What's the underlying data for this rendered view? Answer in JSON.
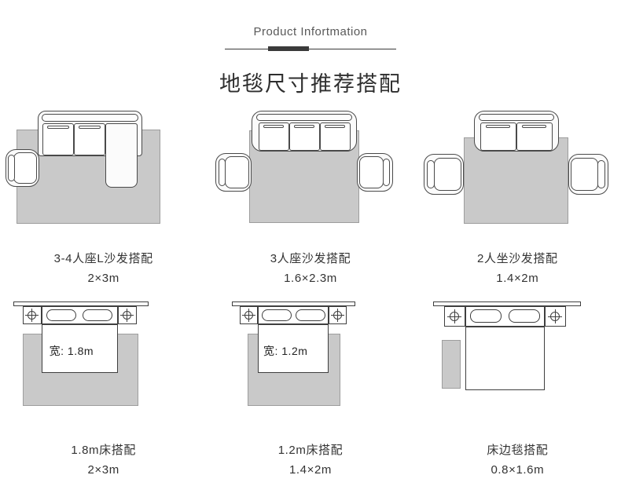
{
  "header": {
    "eyebrow": "Product Infortmation",
    "title": "地毯尺寸推荐搭配"
  },
  "colors": {
    "rug": "#c9c9c9",
    "rug_border": "#9d9d9d",
    "outline": "#4a4a4a",
    "text": "#333333",
    "rule": "#3a3a3a"
  },
  "cards": [
    {
      "id": "l-sofa-3-4-seat",
      "type": "sofa-l",
      "name": "3-4人座L沙发搭配",
      "size": "2×3m"
    },
    {
      "id": "sofa-3-seat",
      "type": "sofa-3",
      "name": "3人座沙发搭配",
      "size": "1.6×2.3m"
    },
    {
      "id": "sofa-2-seat",
      "type": "sofa-2",
      "name": "2人坐沙发搭配",
      "size": "1.4×2m"
    },
    {
      "id": "bed-180",
      "type": "bed-under",
      "name": "1.8m床搭配",
      "size": "2×3m",
      "bed_width_label": "宽: 1.8m"
    },
    {
      "id": "bed-120",
      "type": "bed-under",
      "name": "1.2m床搭配",
      "size": "1.4×2m",
      "bed_width_label": "宽:  1.2m"
    },
    {
      "id": "bedside-runner",
      "type": "bed-side",
      "name": "床边毯搭配",
      "size": "0.8×1.6m",
      "bed_width_label": ""
    }
  ]
}
